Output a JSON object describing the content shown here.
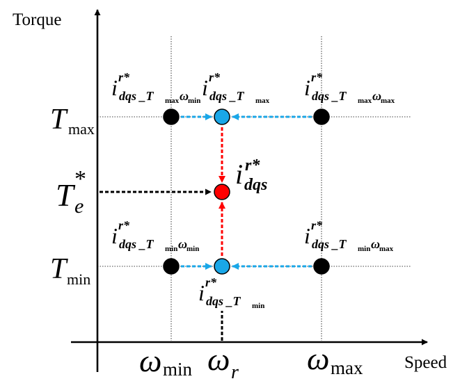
{
  "axes": {
    "y_label": "Torque",
    "x_label": "Speed"
  },
  "y_ticks": {
    "t_max": {
      "main": "T",
      "sub": "max"
    },
    "t_min": {
      "main": "T",
      "sub": "min"
    },
    "t_e": {
      "main": "T",
      "sub": "e",
      "sup": "*"
    }
  },
  "x_ticks": {
    "w_min": {
      "main": "ω",
      "sub": "min"
    },
    "w_r": {
      "main": "ω",
      "sub": "r"
    },
    "w_max": {
      "main": "ω",
      "sub": "max"
    }
  },
  "points": {
    "tmax_wmin": {
      "main": "i",
      "sup": "r*",
      "sub": "dqs _T",
      "subsub1": "max",
      "sub2": "ω",
      "subsub2": "min"
    },
    "tmax": {
      "main": "i",
      "sup": "r*",
      "sub": "dqs _T",
      "subsub1": "max"
    },
    "tmax_wmax": {
      "main": "i",
      "sup": "r*",
      "sub": "dqs _T",
      "subsub1": "max",
      "sub2": "ω",
      "subsub2": "max"
    },
    "target": {
      "main": "i",
      "sup": "r*",
      "sub": "dqs"
    },
    "tmin_wmin": {
      "main": "i",
      "sup": "r*",
      "sub": "dqs _T",
      "subsub1": "min",
      "sub2": "ω",
      "subsub2": "min"
    },
    "tmin_wmax": {
      "main": "i",
      "sup": "r*",
      "sub": "dqs _T",
      "subsub1": "min",
      "sub2": "ω",
      "subsub2": "max"
    },
    "tmin": {
      "main": "i",
      "sup": "r*",
      "sub": "dqs _T",
      "subsub1": "min"
    }
  },
  "colors": {
    "axis": "#000000",
    "corner_point": "#000000",
    "interp_point": "#1aa7e8",
    "target_point": "#ff0000",
    "horizontal_arrow": "#1aa7e8",
    "vertical_arrow": "#ff0000",
    "input_arrow": "#000000",
    "grid": "#000000"
  }
}
